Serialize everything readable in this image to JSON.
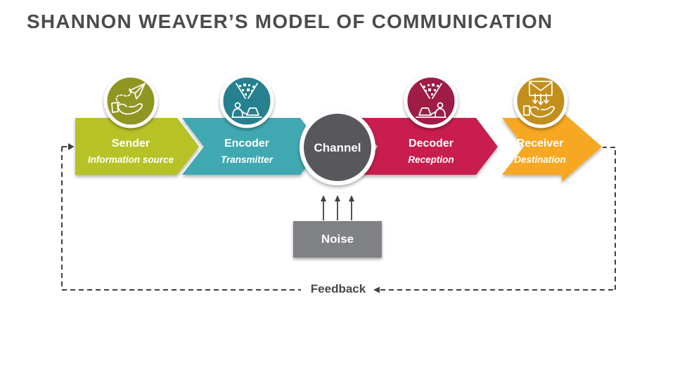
{
  "slide": {
    "title": "SHANNON WEAVER’S MODEL OF COMMUNICATION",
    "background": "#ffffff"
  },
  "stages": [
    {
      "name": "Sender",
      "subtitle": "Information source",
      "color": "#b7c226",
      "icon_color": "#8f9623",
      "icon": "hand-sending-paper-plane-icon"
    },
    {
      "name": "Encoder",
      "subtitle": "Transmitter",
      "color": "#41a8b0",
      "icon_color": "#27808e",
      "icon": "person-encoding-data-icon"
    },
    {
      "name": "Decoder",
      "subtitle": "Reception",
      "color": "#c91d4f",
      "icon_color": "#9e1a45",
      "icon": "person-decoding-data-icon"
    },
    {
      "name": "Receiver",
      "subtitle": "Destination",
      "color": "#f7a821",
      "icon_color": "#c28f1b",
      "icon": "hand-receiving-mail-icon"
    }
  ],
  "channel": {
    "label": "Channel",
    "color": "#58595b"
  },
  "noise": {
    "label": "Noise",
    "color": "#808184"
  },
  "feedback": {
    "label": "Feedback",
    "line_color": "#3f4042"
  }
}
